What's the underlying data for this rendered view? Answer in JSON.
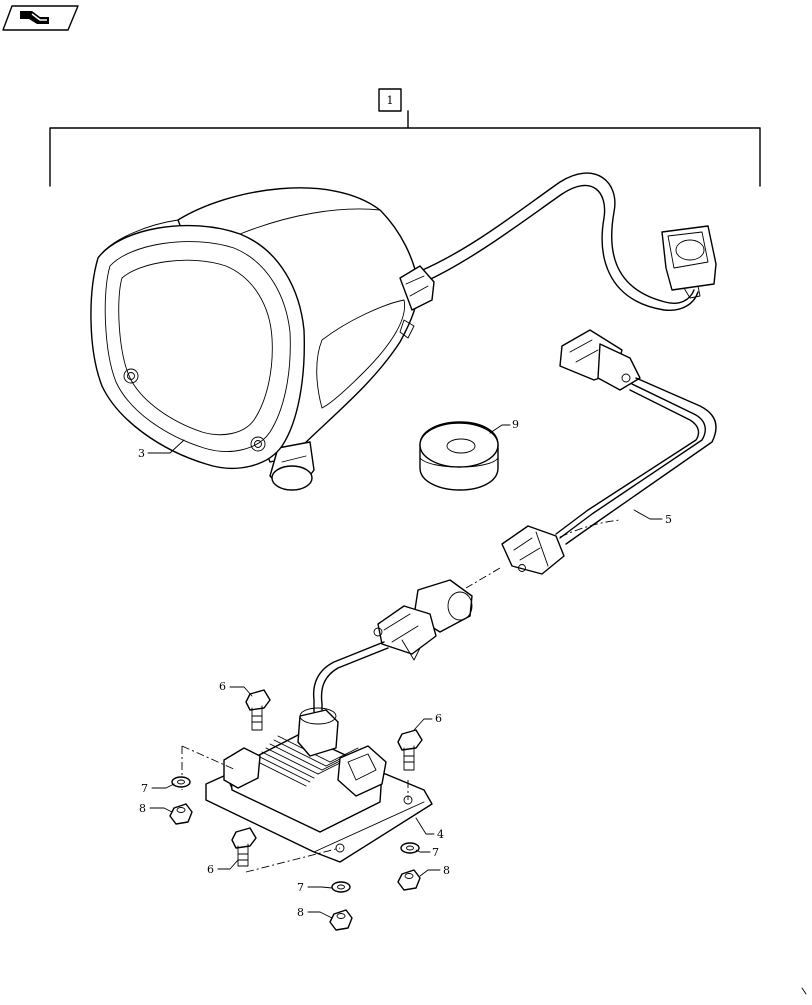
{
  "nav": {
    "icon": "back-arrow-icon"
  },
  "assembly_callout": {
    "label": "1"
  },
  "callouts": {
    "headlamp": "3",
    "grommet": "9",
    "harness": "5",
    "bolt_top_left": "6",
    "bolt_top_right": "6",
    "bolt_bottom_left": "6",
    "control_module": "4",
    "washer_left": "7",
    "washer_right": "7",
    "washer_bottom": "7",
    "nut_left": "8",
    "nut_right": "8",
    "nut_bottom": "8"
  }
}
